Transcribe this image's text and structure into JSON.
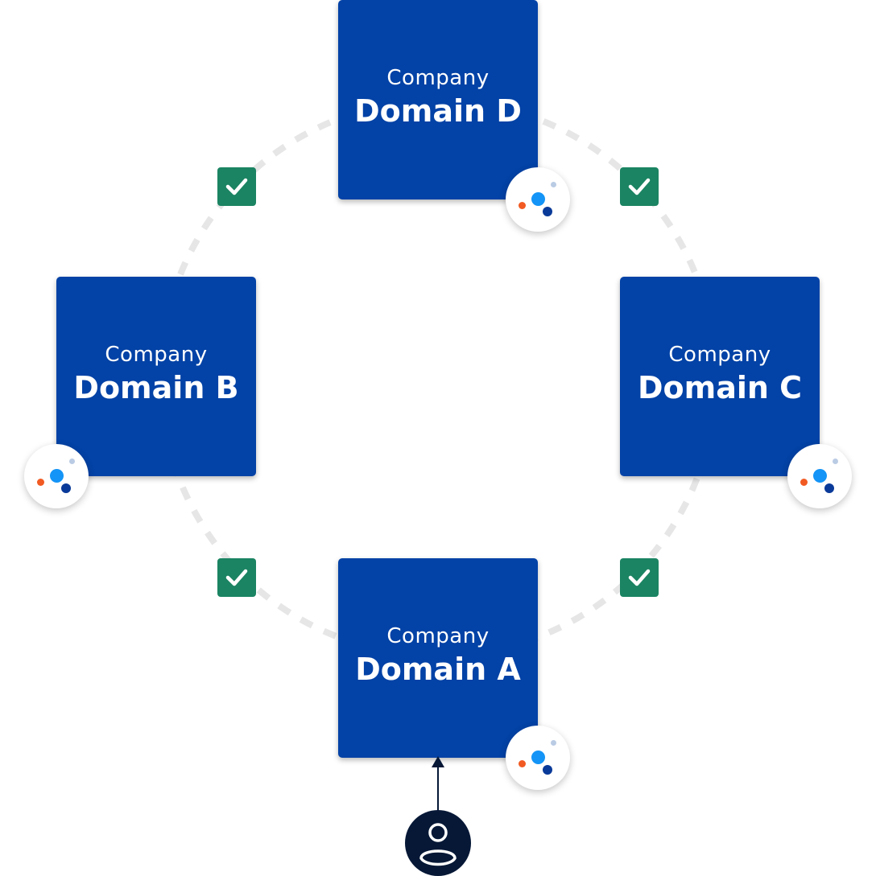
{
  "colors": {
    "box_fill": "#0342A6",
    "check_fill": "#1B8462",
    "ring_stroke": "#E6E6E6",
    "user_fill": "#061836",
    "logo_orange": "#F15A22",
    "logo_blue": "#1494F6",
    "logo_navy": "#0A3A99",
    "logo_light": "#BACBE4"
  },
  "domains": [
    {
      "id": "a",
      "company": "Company",
      "name": "Domain A"
    },
    {
      "id": "b",
      "company": "Company",
      "name": "Domain B"
    },
    {
      "id": "c",
      "company": "Company",
      "name": "Domain C"
    },
    {
      "id": "d",
      "company": "Company",
      "name": "Domain D"
    }
  ],
  "icons": {
    "logo": "company-logo-icon",
    "check": "check-icon",
    "user": "user-icon",
    "arrow": "arrow-up-icon"
  }
}
